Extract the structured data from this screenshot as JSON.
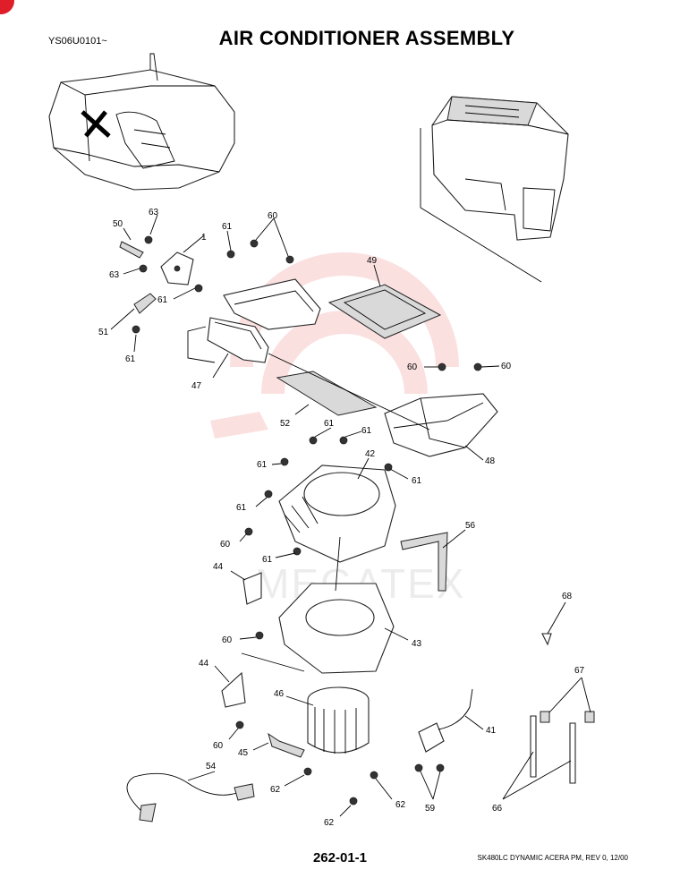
{
  "header": {
    "serial": "YS06U0101~",
    "title": "AIR CONDITIONER ASSEMBLY"
  },
  "footer": {
    "page_number": "262-01-1",
    "manual_ref": "SK480LC DYNAMIC ACERA PM, REV 0, 12/00"
  },
  "watermark": {
    "text": "MEGATEX",
    "color": "#e83a3a"
  },
  "callouts": {
    "c1": "1",
    "c41": "41",
    "c42": "42",
    "c43": "43",
    "c44a": "44",
    "c44b": "44",
    "c45": "45",
    "c46": "46",
    "c47": "47",
    "c48": "48",
    "c49": "49",
    "c50": "50",
    "c51": "51",
    "c52": "52",
    "c54": "54",
    "c56": "56",
    "c59": "59",
    "c60a": "60",
    "c60b": "60",
    "c60c": "60",
    "c60d": "60",
    "c60e": "60",
    "c60f": "60",
    "c61a": "61",
    "c61b": "61",
    "c61c": "61",
    "c61d": "61",
    "c61e": "61",
    "c61f": "61",
    "c61g": "61",
    "c61h": "61",
    "c61i": "61",
    "c62a": "62",
    "c62b": "62",
    "c62c": "62",
    "c63a": "63",
    "c63b": "63",
    "c66": "66",
    "c67": "67",
    "c68": "68"
  }
}
